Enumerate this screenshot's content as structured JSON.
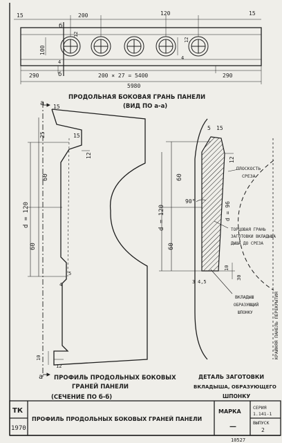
{
  "top_view": {
    "dims": {
      "left_edge": "15",
      "hole_pitch_left": "200",
      "hole_pitch_right": "120",
      "height": "100",
      "offset_small": "12",
      "offset_4": "4",
      "left_margin": "290",
      "middle": "200 × 27 = 5400",
      "right_margin": "290",
      "total": "5980",
      "right_top": "15"
    },
    "section_marks": {
      "section_b_top": "б",
      "section_b_bottom": "б"
    },
    "caption_line1": "ПРОДОЛЬНАЯ БОКОВАЯ ГРАНЬ ПАНЕЛИ",
    "caption_line2": "(ВИД ПО а-а)"
  },
  "profile_view": {
    "marks": {
      "a_top": "а",
      "a_bottom": "а"
    },
    "dims": {
      "top_15": "15",
      "left_25": "25",
      "slope_15": "15",
      "right_12": "12",
      "upper_60": "60",
      "d_120": "d = 120",
      "lower_60": "60",
      "foot_5": "5",
      "foot_4": "4",
      "bottom_10": "10",
      "bottom_12": "12"
    },
    "caption_line1": "ПРОФИЛЬ ПРОДОЛЬНЫХ БОКОВЫХ",
    "caption_line2": "ГРАНЕЙ ПАНЕЛИ",
    "caption_line3": "(СЕЧЕНИЕ ПО б-б)"
  },
  "detail_view": {
    "dims": {
      "top_5": "5",
      "top_15": "15",
      "right_12": "12",
      "upper_60": "60",
      "angle": "90°",
      "d_120": "d = 120",
      "d_96": "d = 96",
      "lower_60": "60",
      "foot_3": "3",
      "foot_45": "4,5",
      "right_10": "10",
      "right_30": "30"
    },
    "notes": {
      "cut_plane_1": "ПЛОСКОСТЬ",
      "cut_plane_2": "СРЕЗА",
      "blank_end_1": "ТОРЦОВАЯ ГРАНЬ",
      "blank_end_2": "ЗАГОТОВКИ ВКЛАДЫША",
      "blank_end_3": "ДЫША ДО СРЕЗА",
      "insert_1": "ВКЛАДЫШ",
      "insert_2": "ОБРАЗУЮЩИЙ",
      "insert_3": "ШПОНКУ"
    },
    "caption_line1": "ДЕТАЛЬ ЗАГОТОВКИ",
    "caption_line2": "ВКЛАДЫША, ОБРАЗУЮЩЕГО",
    "caption_line3": "ШПОНКУ"
  },
  "title_block": {
    "org": "ТК",
    "year": "1970",
    "title": "ПРОФИЛЬ ПРОДОЛЬНЫХ БОКОВЫХ ГРАНЕЙ ПАНЕЛИ",
    "mark_label": "МАРКА",
    "mark_value": "—",
    "series": "СЕРИЯ",
    "series_number": "1.141-1",
    "issue_label": "ВЫПУСК",
    "issue_value": "2",
    "sheet_number": "10527"
  },
  "side_margin_text": "КРАЙНЯЯ ПАНЕЛЬ ПЕРЕКРЫТИЯ",
  "colors": {
    "ink": "#1d1d1d",
    "paper": "#efeee9"
  }
}
